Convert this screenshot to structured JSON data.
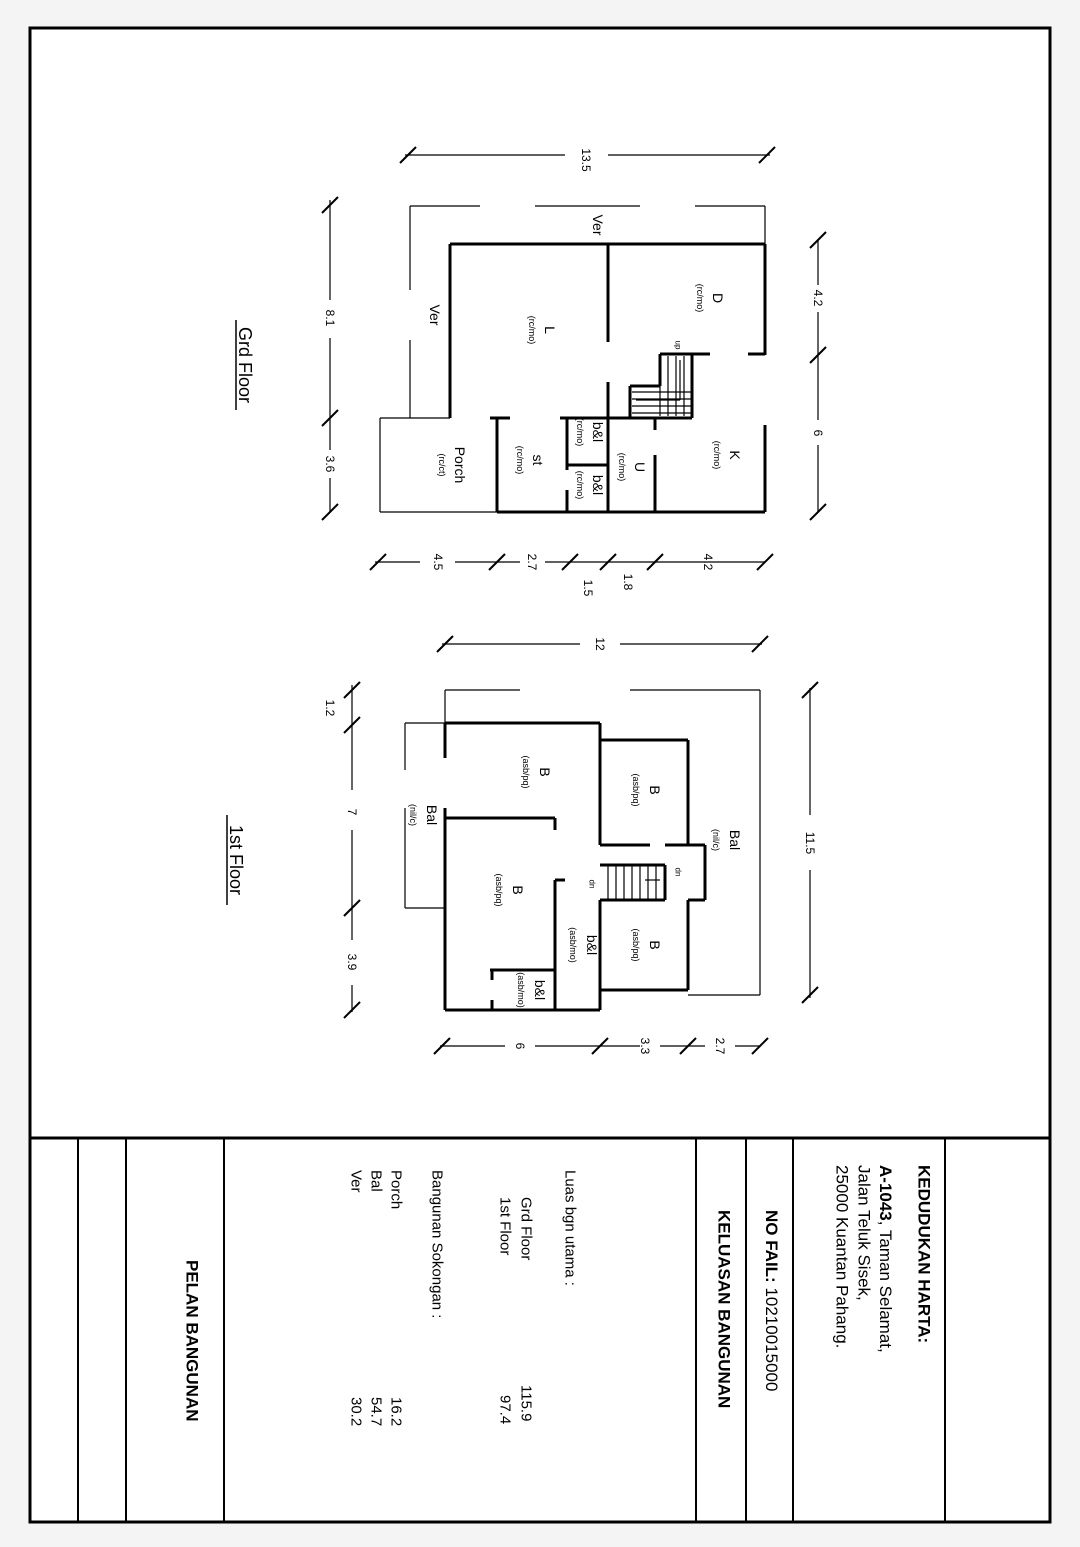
{
  "title_block": {
    "location_heading": "KEDUDUKAN HARTA:",
    "lot_no": "A-1043",
    "address_line1": ", Taman Selamat,",
    "address_line2": "Jalan Teluk Sisek,",
    "address_line3": "25000 Kuantan Pahang.",
    "file_label": "NO FAIL:",
    "file_no": " 10210015000",
    "area_heading": "KELUASAN BANGUNAN",
    "main_area_label": "Luas bgn utama :",
    "main_areas": [
      {
        "label": "Grd Floor",
        "value": "115.9"
      },
      {
        "label": "1st Floor",
        "value": "97.4"
      }
    ],
    "support_label": "Bangunan Sokongan :",
    "support_areas": [
      {
        "label": "Porch",
        "value": "16.2"
      },
      {
        "label": "Bal",
        "value": "54.7"
      },
      {
        "label": "Ver",
        "value": "30.2"
      }
    ],
    "plan_title": "PELAN BANGUNAN"
  },
  "ground_floor": {
    "title": "Grd Floor",
    "rooms": [
      {
        "name": "D",
        "finish": "(rc/mo)"
      },
      {
        "name": "L",
        "finish": "(rc/mo)"
      },
      {
        "name": "K",
        "finish": "(rc/mo)"
      },
      {
        "name": "U",
        "finish": "(rc/mo)"
      },
      {
        "name": "b&l",
        "finish": "(rc/mo)"
      },
      {
        "name": "b&l",
        "finish": "(rc/mo)"
      },
      {
        "name": "st",
        "finish": "(rc/mo)"
      },
      {
        "name": "Porch",
        "finish": "(rc/ct)"
      },
      {
        "name": "Ver",
        "finish": ""
      },
      {
        "name": "Ver",
        "finish": ""
      }
    ],
    "stair_label": "up",
    "dims": {
      "top": "13.5",
      "right": [
        "4.2",
        "6"
      ],
      "left": [
        "8.1",
        "3.6"
      ],
      "bottom": [
        "4.5",
        "2.7",
        "1.5",
        "1.8",
        "4.2"
      ]
    }
  },
  "first_floor": {
    "title": "1st Floor",
    "rooms": [
      {
        "name": "B",
        "finish": "(asb/pq)"
      },
      {
        "name": "B",
        "finish": "(asb/pq)"
      },
      {
        "name": "Bal",
        "finish": "(nil/c)"
      },
      {
        "name": "Bal",
        "finish": "(nil/c)"
      },
      {
        "name": "B",
        "finish": "(asb/pq)"
      },
      {
        "name": "B",
        "finish": "(asb/pq)"
      },
      {
        "name": "b&l",
        "finish": "(asb/mo)"
      },
      {
        "name": "b&l",
        "finish": "(asb/mo)"
      }
    ],
    "stair_labels": [
      "dn",
      "dn"
    ],
    "dims": {
      "top": "12",
      "right": "11.5",
      "left": [
        "1.2",
        "7",
        "3.9"
      ],
      "bottom": [
        "6",
        "3.3",
        "2.7"
      ]
    }
  }
}
